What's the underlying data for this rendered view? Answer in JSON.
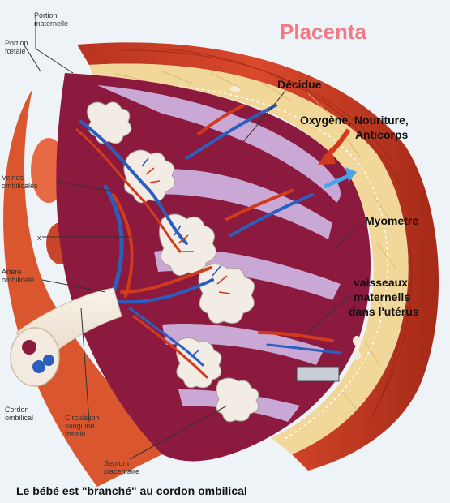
{
  "title": "Placenta",
  "labels": {
    "portion_maternelle": "Portion maternelle",
    "portion_foetale": "Portion fœtale",
    "decidue": "Décidue",
    "oxygene_line1": "Oxygène, Nouriture,",
    "oxygene_line2": "Anticorps",
    "veines_ombilicales": "Veines ombilicales",
    "x": "x",
    "myometre": "Myometre",
    "artere_ombilicale": "Artère ombilicale",
    "vaisseaux_line1": "vaisseaux",
    "vaisseaux_line2": "maternells",
    "vaisseaux_line3": "dans l'utérus",
    "cordon_ombilical": "Cordon ombilical",
    "circulation": "Circulation sanguine fœtale",
    "septum": "Septum placentaire"
  },
  "caption": "Le bébé est \"branché\" au cordon ombilical",
  "colors": {
    "title": "#f27a86",
    "myometrium": "#c83a24",
    "decidua": "#f1d79a",
    "villus_space": "#8b1a3e",
    "membrane": "#c9a8d6",
    "villi": "#f2ece4",
    "artery": "#d13a1d",
    "vein": "#2a5fbf"
  }
}
